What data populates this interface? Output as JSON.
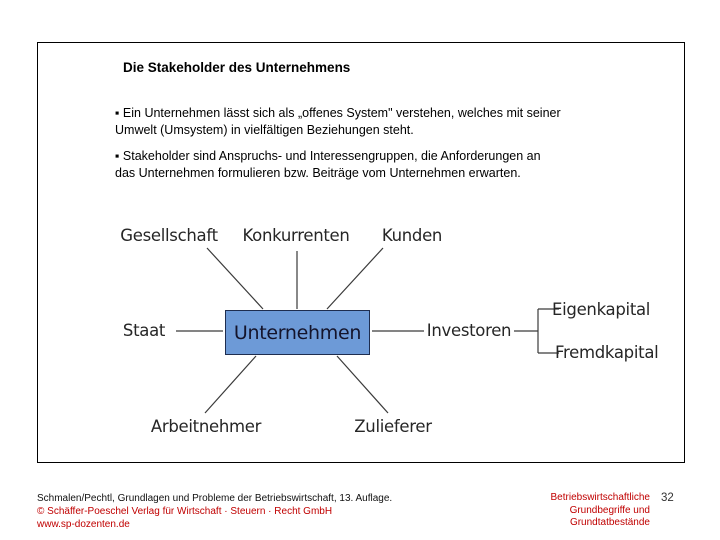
{
  "slide": {
    "title": "Die Stakeholder des Unternehmens",
    "bullets": [
      {
        "lines": [
          "▪ Ein Unternehmen lässt sich als „offenes System\" verstehen, welches mit seiner",
          "Umwelt (Umsystem) in vielfältigen Beziehungen steht."
        ]
      },
      {
        "lines": [
          "▪ Stakeholder sind Anspruchs- und Interessengruppen, die Anforderungen an",
          "das Unternehmen formulieren bzw. Beiträge vom Unternehmen erwarten."
        ]
      }
    ]
  },
  "diagram": {
    "box_label": "Unternehmen",
    "labels": {
      "gesellschaft": "Gesellschaft",
      "konkurrenten": "Konkurrenten",
      "kunden": "Kunden",
      "staat": "Staat",
      "investoren": "Investoren",
      "eigenkapital": "Eigenkapital",
      "fremdkapital": "Fremdkapital",
      "arbeitnehmer": "Arbeitnehmer",
      "zulieferer": "Zulieferer"
    },
    "colors": {
      "box_fill": "#6d9ad7",
      "box_border": "#1e2d4f",
      "connector_line": "#3a3a3a"
    }
  },
  "footer": {
    "left": {
      "line1": "Schmalen/Pechtl, Grundlagen und Probleme der Betriebswirtschaft, 13. Auflage.",
      "line2": "© Schäffer-Poeschel Verlag für Wirtschaft · Steuern · Recht GmbH",
      "line3": "www.sp-dozenten.de"
    },
    "right": {
      "line1": "Betriebswirtschaftliche",
      "line2": "Grundbegriffe und",
      "line3": "Grundtatbestände"
    },
    "page_number": "32",
    "accent_color": "#c00000"
  }
}
